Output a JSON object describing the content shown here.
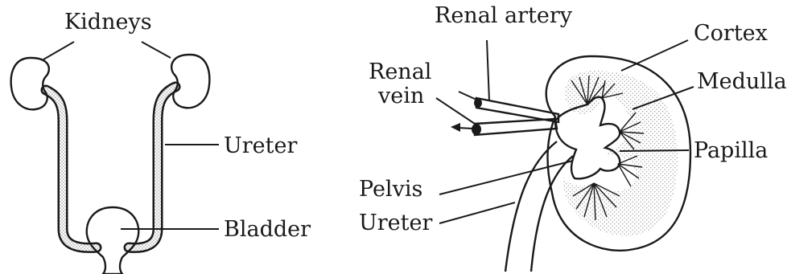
{
  "left_diagram": {
    "labels": {
      "kidneys": "Kidneys",
      "ureter": "Ureter",
      "bladder": "Bladder"
    }
  },
  "right_diagram": {
    "labels": {
      "renal_artery": "Renal artery",
      "cortex": "Cortex",
      "renal_line1": "Renal",
      "renal_line2": "vein",
      "medulla": "Medulla",
      "papilla": "Papilla",
      "pelvis": "Pelvis",
      "ureter": "Ureter"
    }
  },
  "style": {
    "ink_color": "#1a1a1a",
    "stipple_color": "#8a8a8a",
    "background": "#ffffff"
  }
}
